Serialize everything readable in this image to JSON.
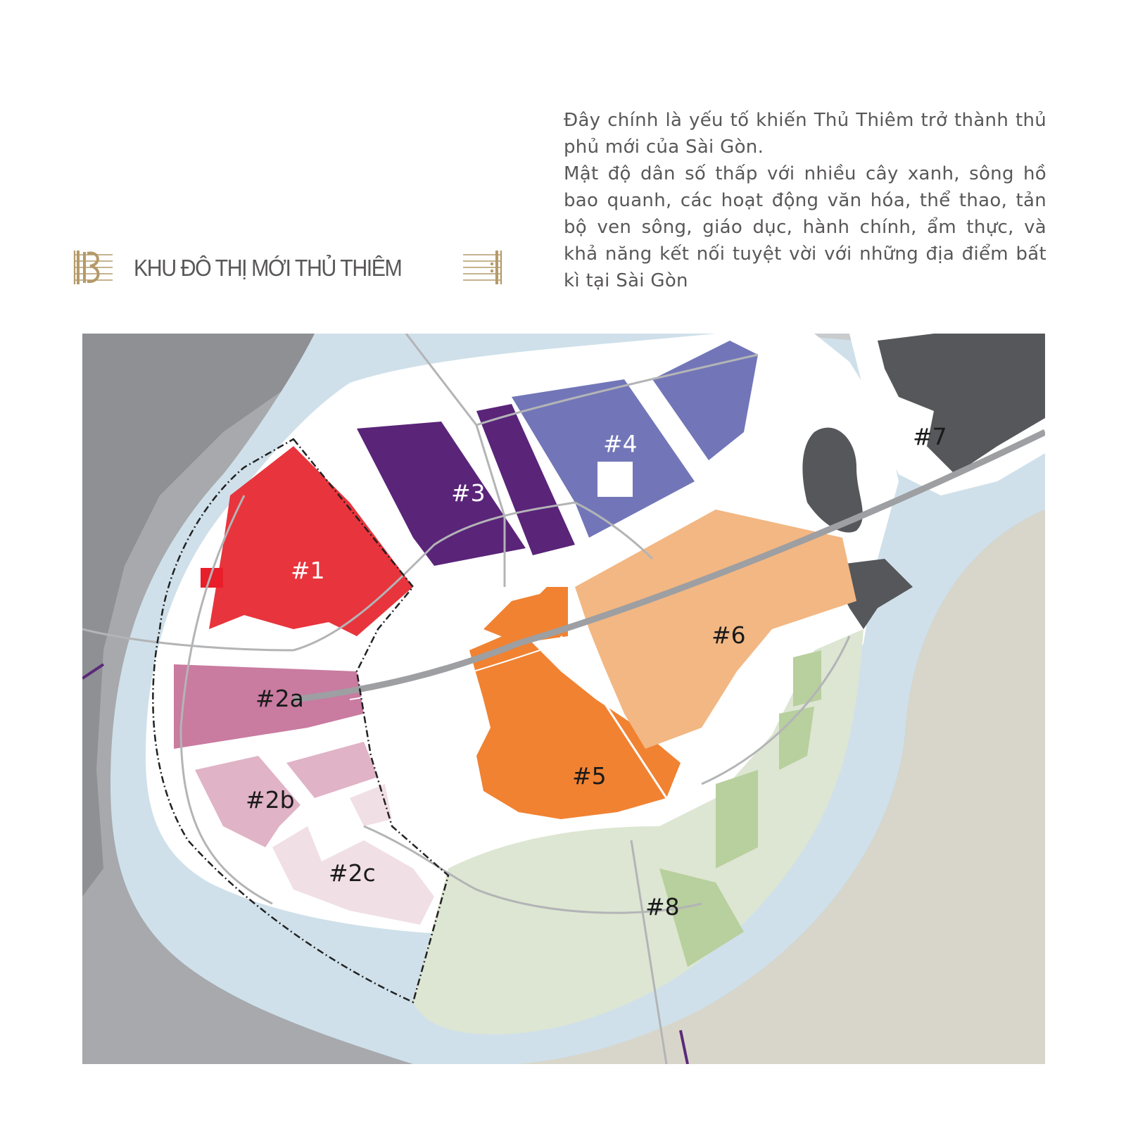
{
  "header": {
    "title": "KHU ĐÔ THỊ MỚI THỦ THIÊM",
    "accent_color": "#b49a6a"
  },
  "description": {
    "paragraph_1": "Đây chính là yếu tố khiến Thủ Thiêm trở thành thủ phủ mới của Sài Gòn.",
    "paragraph_2": "Mật độ dân số thấp với nhiều cây xanh, sông hồ bao quanh, các hoạt động văn hóa, thể thao, tản bộ ven sông, giáo dục, hành chính, ẩm thực, và khả năng kết nối tuyệt vời với những địa điểm bất kì tại Sài Gòn"
  },
  "map": {
    "zones": [
      {
        "label": "#1",
        "color": "#e8343c"
      },
      {
        "label": "#2a",
        "color": "#c97ba0"
      },
      {
        "label": "#2b",
        "color": "#e0b3c6"
      },
      {
        "label": "#2c",
        "color": "#f1dfe6"
      },
      {
        "label": "#3",
        "color": "#5a2479"
      },
      {
        "label": "#4",
        "color": "#7276b8"
      },
      {
        "label": "#5",
        "color": "#f08232"
      },
      {
        "label": "#6",
        "color": "#f2b783"
      },
      {
        "label": "#7",
        "color": "#55575a"
      },
      {
        "label": "#8",
        "color": "#dde6d2"
      }
    ],
    "colors": {
      "river": "#cfe0ea",
      "land_dark": "#a7a9ac",
      "land_east": "#d8d6ca",
      "road": "#b3b4b6",
      "park": "#b8cf9e",
      "metro": "#5a2a7a"
    }
  }
}
